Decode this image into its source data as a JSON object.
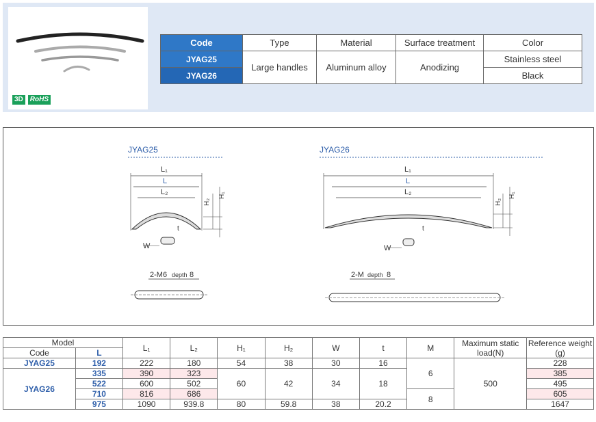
{
  "badges": {
    "threed": "3D",
    "rohs": "RoHS"
  },
  "spec_table": {
    "headers": [
      "Code",
      "Type",
      "Material",
      "Surface treatment",
      "Color"
    ],
    "codes": [
      "JYAG25",
      "JYAG26"
    ],
    "type": "Large handles",
    "material": "Aluminum alloy",
    "surface": "Anodizing",
    "colors": [
      "Stainless steel",
      "Black"
    ]
  },
  "drawing": {
    "left_title": "JYAG25",
    "right_title": "JYAG26",
    "dims": {
      "l1": "L₁",
      "l": "L",
      "l2": "L₂",
      "h2": "H₂",
      "h1": "H₁",
      "t": "t",
      "w": "W"
    },
    "left_hole": "2-M6",
    "left_depth_word": "depth",
    "left_depth": "8",
    "right_hole": "2-M",
    "right_depth_word": "depth",
    "right_depth": "8"
  },
  "data_table": {
    "model_header": "Model",
    "code_header": "Code",
    "l_header": "L",
    "columns": [
      "L₁",
      "L₂",
      "H₁",
      "H₂",
      "W",
      "t",
      "M",
      "Maximum static load(N)",
      "Reference weight (g)"
    ],
    "rows": [
      {
        "code": "JYAG25",
        "l": "192",
        "l1": "222",
        "l2": "180",
        "h1": "54",
        "h2": "38",
        "w": "30",
        "t": "16",
        "weight": "228"
      },
      {
        "code": "JYAG26",
        "l": "335",
        "l1": "390",
        "l2": "323",
        "weight": "385"
      },
      {
        "l": "522",
        "l1": "600",
        "l2": "502",
        "weight": "495"
      },
      {
        "l": "710",
        "l1": "816",
        "l2": "686",
        "weight": "605"
      },
      {
        "l": "975",
        "l1": "1090",
        "l2": "939.8",
        "h1": "80",
        "h2": "59.8",
        "w": "38",
        "t": "20.2",
        "weight": "1647"
      }
    ],
    "jyag26_h1": "60",
    "jyag26_h2": "42",
    "jyag26_w": "34",
    "jyag26_t": "18",
    "m_values": [
      "6",
      "8"
    ],
    "max_load": "500"
  },
  "colors": {
    "accent": "#2f78c7",
    "panel": "#dfe8f5",
    "highlight": "#fde8ea",
    "code_text": "#2f5faa"
  }
}
